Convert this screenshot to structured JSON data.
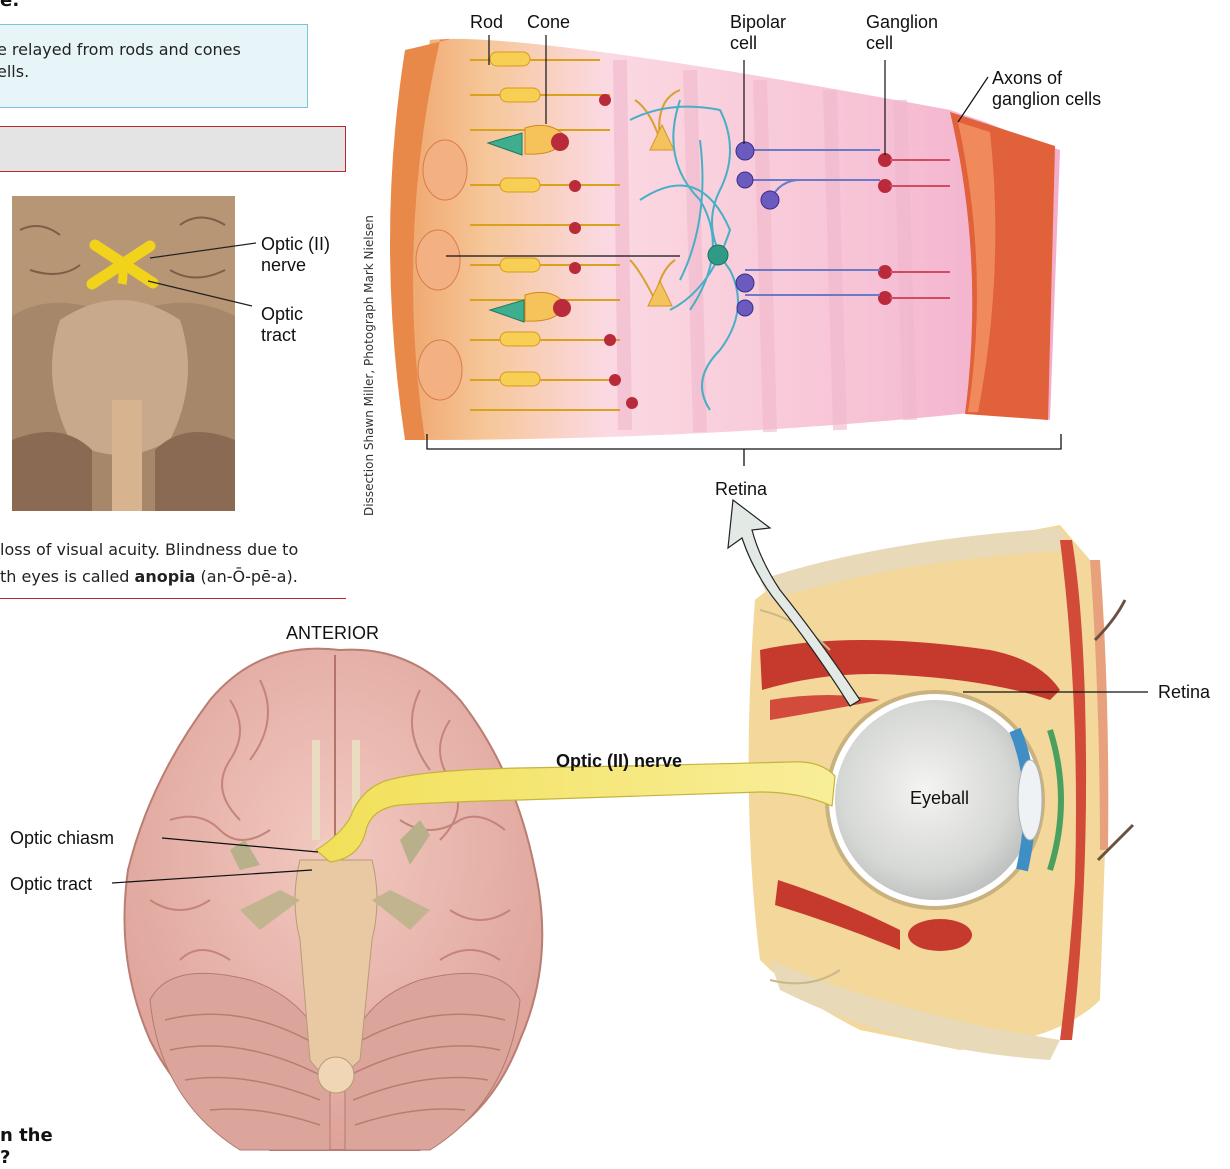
{
  "top_heading_fragment": "e:",
  "callout": {
    "line1": "e relayed from rods and cones",
    "line2": "ells."
  },
  "photo_labels": {
    "optic_nerve": "Optic (II)\nnerve",
    "optic_tract": "Optic\ntract"
  },
  "photo_credit": "Dissection Shawn Miller, Photograph Mark Nielsen",
  "paragraph": {
    "line1": " loss of visual acuity. Blindness due to",
    "line2_pre": "th eyes is called ",
    "line2_bold": "anopia",
    "line2_post": " (an-Ō-pē-a)."
  },
  "retina_labels": {
    "rod": "Rod",
    "cone": "Cone",
    "bipolar": "Bipolar\ncell",
    "ganglion": "Ganglion\ncell",
    "axons": "Axons of\nganglion cells",
    "retina": "Retina"
  },
  "brain_labels": {
    "anterior": "ANTERIOR",
    "optic_chiasm": "Optic chiasm",
    "optic_tract": "Optic tract",
    "optic_nerve": "Optic (II) nerve"
  },
  "eye_labels": {
    "retina": "Retina",
    "eyeball": "Eyeball"
  },
  "bottom_fragment": {
    "line1": "n the",
    "line2": "?"
  }
}
